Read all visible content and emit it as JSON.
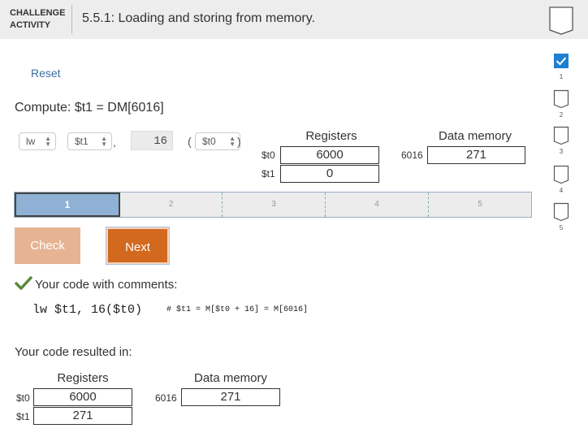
{
  "header": {
    "activity_label_line1": "CHALLENGE",
    "activity_label_line2": "ACTIVITY",
    "title": "5.5.1: Loading and storing from memory."
  },
  "reset_label": "Reset",
  "compute_text": "Compute: $t1 = DM[6016]",
  "instruction": {
    "opcode": "lw",
    "dest_reg": "$t1",
    "comma": ",",
    "offset": "16",
    "open_paren": "(",
    "base_reg": "$t0",
    "close_paren": ")"
  },
  "top_state": {
    "registers_title": "Registers",
    "memory_title": "Data memory",
    "registers": [
      {
        "name": "$t0",
        "value": "6000"
      },
      {
        "name": "$t1",
        "value": "0"
      }
    ],
    "memory": [
      {
        "address": "6016",
        "value": "271"
      }
    ]
  },
  "progress": {
    "current": 1,
    "steps": [
      "1",
      "2",
      "3",
      "4",
      "5"
    ]
  },
  "buttons": {
    "check": "Check",
    "next": "Next"
  },
  "feedback": {
    "heading": "Your code with comments:",
    "code": "lw $t1, 16($t0)",
    "comment": "# $t1 = M[$t0 + 16] = M[6016]"
  },
  "result": {
    "heading": "Your code resulted in:",
    "registers_title": "Registers",
    "memory_title": "Data memory",
    "registers": [
      {
        "name": "$t0",
        "value": "6000"
      },
      {
        "name": "$t1",
        "value": "271"
      }
    ],
    "memory": [
      {
        "address": "6016",
        "value": "271"
      }
    ]
  },
  "sidebar": {
    "items": [
      {
        "label": "1",
        "completed": true
      },
      {
        "label": "2",
        "completed": false
      },
      {
        "label": "3",
        "completed": false
      },
      {
        "label": "4",
        "completed": false
      },
      {
        "label": "5",
        "completed": false
      }
    ]
  },
  "colors": {
    "accent_blue": "#1f7fd0",
    "next_orange": "#d2691e",
    "check_disabled": "#e6b493",
    "progress_active": "#8fb1d6",
    "success_green": "#5a8a3a"
  }
}
